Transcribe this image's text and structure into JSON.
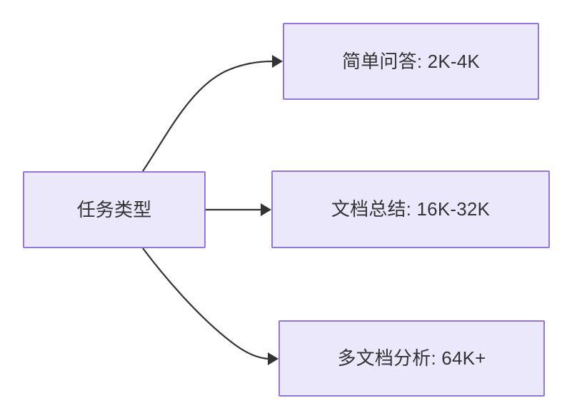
{
  "diagram": {
    "type": "flowchart",
    "direction": "left-to-right",
    "background_color": "#ffffff",
    "node_fill_color": "#ebe8fb",
    "node_border_color": "#9474dd",
    "text_color": "#333333",
    "edge_color": "#333333",
    "nodes": [
      {
        "id": "root",
        "label": "任务类型"
      },
      {
        "id": "simple-qa",
        "label": "简单问答: 2K-4K"
      },
      {
        "id": "doc-summary",
        "label": "文档总结: 16K-32K"
      },
      {
        "id": "multi-doc",
        "label": "多文档分析: 64K+"
      }
    ],
    "edges": [
      {
        "id": "root-to-simple-qa",
        "from": "root",
        "to": "simple-qa",
        "label": "",
        "style": "curved-arrow"
      },
      {
        "id": "root-to-doc-summary",
        "from": "root",
        "to": "doc-summary",
        "label": "",
        "style": "straight-arrow"
      },
      {
        "id": "root-to-multi-doc",
        "from": "root",
        "to": "multi-doc",
        "label": "",
        "style": "curved-arrow"
      }
    ]
  }
}
